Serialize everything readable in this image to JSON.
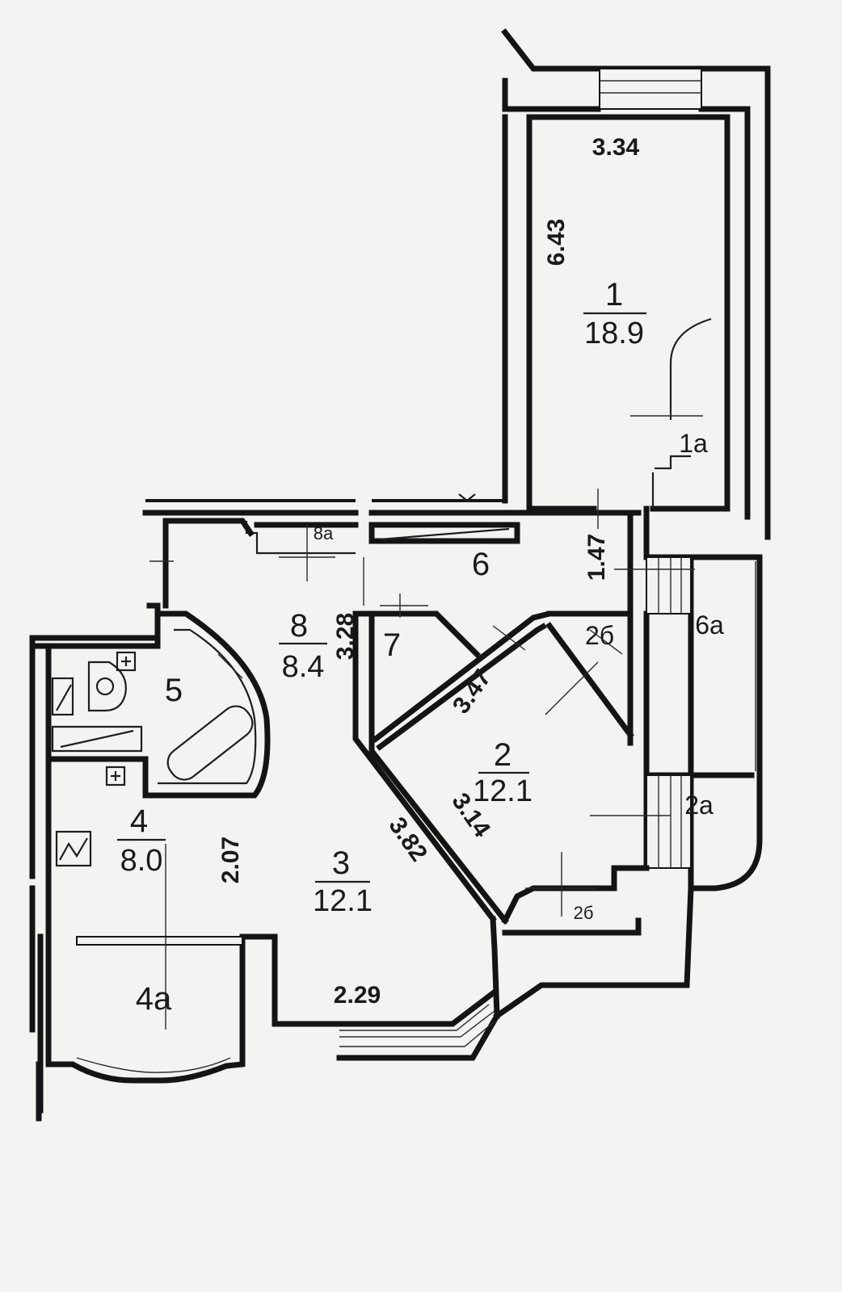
{
  "rooms": {
    "r1": {
      "num": "1",
      "area": "18.9"
    },
    "r1a": "1a",
    "r2": {
      "num": "2",
      "area": "12.1"
    },
    "r2a": "2a",
    "r2b_top": "2б",
    "r2b_bottom": "2б",
    "r3": {
      "num": "3",
      "area": "12.1"
    },
    "r4": {
      "num": "4",
      "area": "8.0"
    },
    "r4a": "4a",
    "r5": "5",
    "r6": "6",
    "r6a": "6a",
    "r7": "7",
    "r8": {
      "num": "8",
      "area": "8.4"
    },
    "r8a": "8a"
  },
  "dimensions": {
    "d_334": "3.34",
    "d_643": "6.43",
    "d_147": "1.47",
    "d_328": "3.28",
    "d_347": "3.47",
    "d_314": "3.14",
    "d_382": "3.82",
    "d_207": "2.07",
    "d_229": "2.29"
  }
}
